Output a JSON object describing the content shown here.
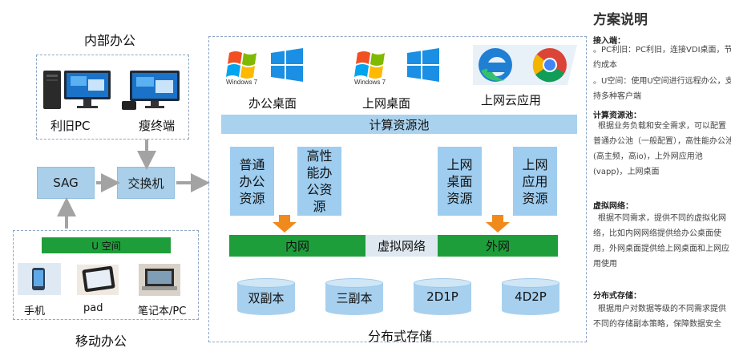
{
  "internal": {
    "title": "内部办公",
    "pc_label": "利旧PC",
    "thin_label": "瘦终端"
  },
  "network": {
    "sag_label": "SAG",
    "switch_label": "交换机"
  },
  "mobile": {
    "title": "移动办公",
    "u_space_label": "U 空间",
    "phone_label": "手机",
    "pad_label": "pad",
    "laptop_label": "笔记本/PC"
  },
  "desktops": {
    "office_label": "办公桌面",
    "internet_label": "上网桌面",
    "cloud_label": "上网云应用",
    "win7_text": "Windows 7"
  },
  "pool": {
    "compute_label": "计算资源池",
    "general": "普通\n办公\n资源",
    "high_perf": "高性\n能办\n公资\n源",
    "net_desktop": "上网\n桌面\n资源",
    "net_app": "上网\n应用\n资源"
  },
  "virtual_net": {
    "inner": "内网",
    "label": "虚拟网络",
    "outer": "外网"
  },
  "storage": {
    "title": "分布式存储",
    "items": [
      "双副本",
      "三副本",
      "2D1P",
      "4D2P"
    ]
  },
  "side": {
    "title": "方案说明",
    "access_heading": "接入端：",
    "access_pc": "。PC利旧：PC利旧，连接VDI桌面，节约成本",
    "access_u": "。U空间：使用U空间进行远程办公，支持多种客户端",
    "compute_heading": "计算资源池：",
    "compute_text": "根据业务负载和安全需求，可以配置普通办公池（一般配置），高性能办公池(高主频，高io)，上外网应用池(vapp)，上网桌面",
    "vnet_heading": "虚拟网络：",
    "vnet_text": "根据不同需求，提供不同的虚拟化网络，比如内网网络提供给办公桌面使用，外网桌面提供给上网桌面和上网应用使用",
    "storage_heading": "分布式存储：",
    "storage_text": "根据用户对数据等级的不同需求提供不同的存储副本策略，保障数据安全"
  },
  "colors": {
    "compute_blue": "#a9d2ee",
    "green_net": "#1e9e3a",
    "arrow_orange": "#f08a1c",
    "connector_gray": "#a3a3a3"
  }
}
